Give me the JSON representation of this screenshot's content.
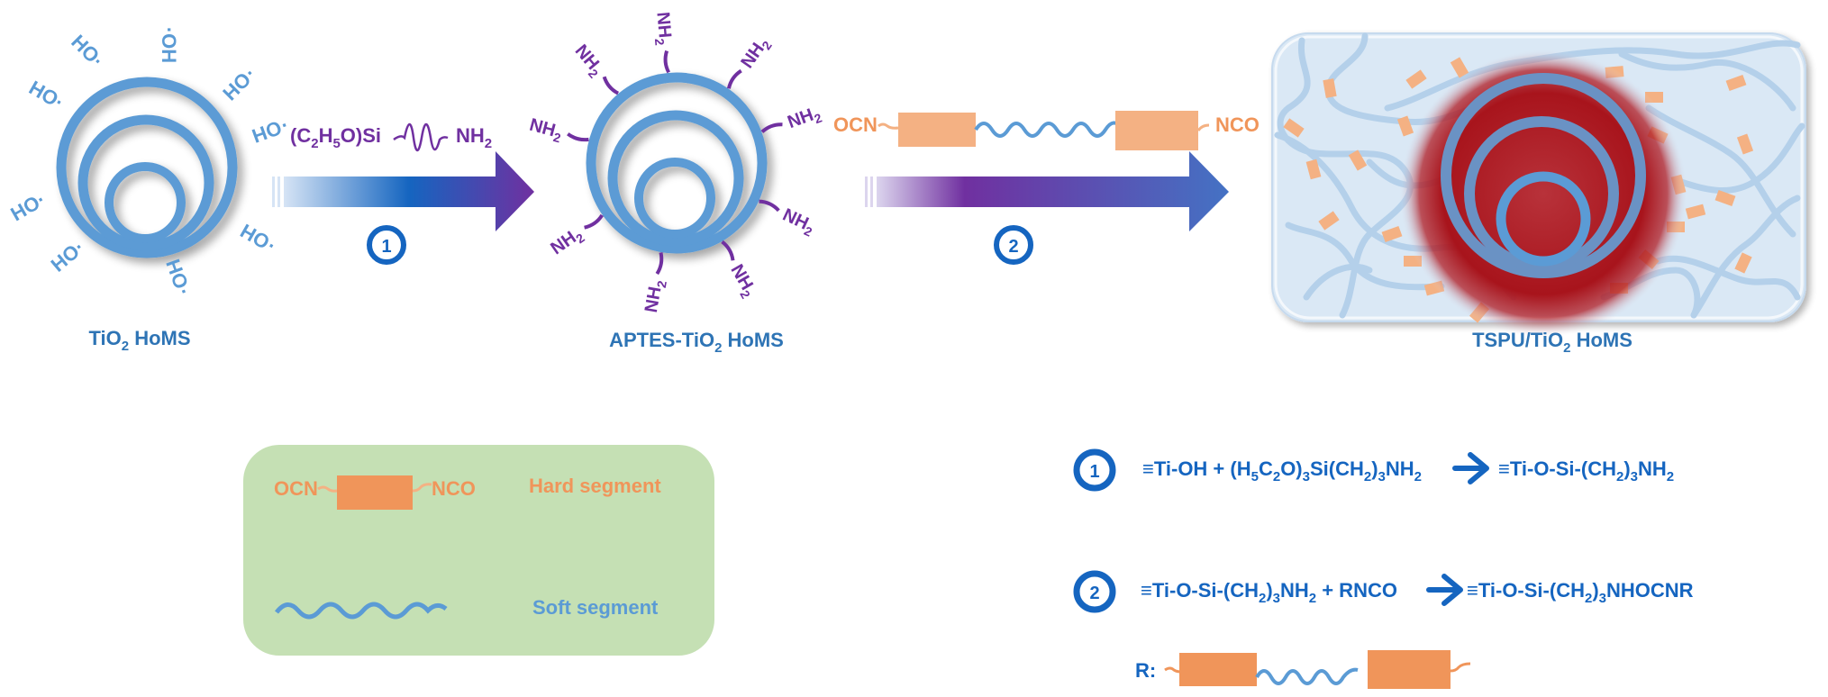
{
  "colors": {
    "ring_blue": "#5b9bd5",
    "label_blue": "#2e74b5",
    "eq_blue": "#1565c0",
    "purple": "#7030a0",
    "orange": "#f4b183",
    "orange_dark": "#f0955a",
    "legend_green": "#c5e0b4",
    "matrix_bg": "#dae8f5",
    "matrix_chain": "#b4d0ea",
    "red_core": "#b01c24"
  },
  "stage1": {
    "title_main": "TiO",
    "title_sub": "2",
    "title_rest": " HoMS",
    "groups": [
      "HO",
      "HO",
      "OH",
      "OH",
      "OH",
      "OH",
      "OH",
      "HO",
      "HO",
      "HO"
    ]
  },
  "arrow1": {
    "reagent_prefix": "(C",
    "reagent_sub1": "2",
    "reagent_mid": "H",
    "reagent_sub2": "5",
    "reagent_end": "O)Si",
    "reagent_tail": "NH",
    "reagent_tail_sub": "2",
    "step": "1"
  },
  "stage2": {
    "title_main": "APTES-TiO",
    "title_sub": "2",
    "title_rest": " HoMS",
    "group_main": "NH",
    "group_sub": "2"
  },
  "arrow2": {
    "left_end": "OCN",
    "right_end": "NCO",
    "step": "2"
  },
  "stage3": {
    "title_main": "TSPU/TiO",
    "title_sub": "2",
    "title_rest": " HoMS"
  },
  "legend": {
    "hard_left": "OCN",
    "hard_right": "NCO",
    "hard_label": "Hard segment",
    "soft_label": "Soft segment"
  },
  "equations": {
    "eq1": {
      "step": "1",
      "lhs": [
        {
          "t": "≡Ti-OH + (H"
        },
        {
          "s": "5"
        },
        {
          "t": "C"
        },
        {
          "s": "2"
        },
        {
          "t": "O)"
        },
        {
          "s": "3"
        },
        {
          "t": "Si(CH"
        },
        {
          "s": "2"
        },
        {
          "t": ")"
        },
        {
          "s": "3"
        },
        {
          "t": "NH"
        },
        {
          "s": "2"
        }
      ],
      "rhs": [
        {
          "t": "≡Ti-O-Si-(CH"
        },
        {
          "s": "2"
        },
        {
          "t": ")"
        },
        {
          "s": "3"
        },
        {
          "t": "NH"
        },
        {
          "s": "2"
        }
      ]
    },
    "eq2": {
      "step": "2",
      "lhs": [
        {
          "t": "≡Ti-O-Si-(CH"
        },
        {
          "s": "2"
        },
        {
          "t": ")"
        },
        {
          "s": "3"
        },
        {
          "t": "NH"
        },
        {
          "s": "2"
        },
        {
          "t": " + RNCO"
        }
      ],
      "rhs": [
        {
          "t": "≡Ti-O-Si-(CH"
        },
        {
          "s": "2"
        },
        {
          "t": ")"
        },
        {
          "s": "3"
        },
        {
          "t": "NHOCNR"
        }
      ]
    },
    "r_label": "R:"
  }
}
